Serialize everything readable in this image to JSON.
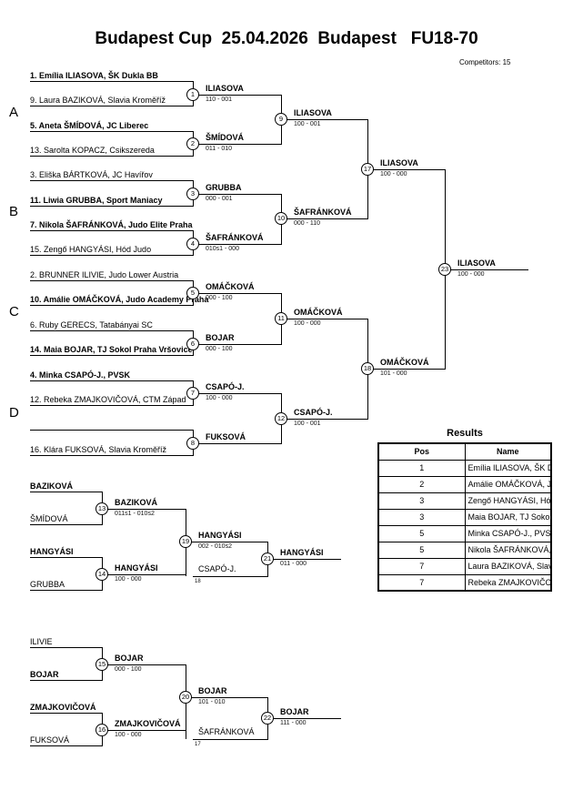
{
  "header": {
    "title": "Budapest Cup  25.04.2026  Budapest   FU18-70",
    "competitors": "Competitors: 15"
  },
  "sections": {
    "a": "A",
    "b": "B",
    "c": "C",
    "d": "D"
  },
  "slots": {
    "s1": "1. Emília ILIASOVA, ŠK Dukla BB",
    "s2": "9. Laura BAZIKOVÁ, Slavia Kroměříž",
    "s3": "5. Aneta ŠMÍDOVÁ, JC Liberec",
    "s4": "13. Sarolta KOPACZ, Csikszereda",
    "s5": "3. Eliška BÁRTKOVÁ, JC Havířov",
    "s6": "11. Liwia GRUBBA, Sport Maniacy",
    "s7": "7. Nikola ŠAFRÁNKOVÁ, Judo Elite Praha",
    "s8": "15. Zengő HANGYÁSI, Hód Judo",
    "s9": "2. BRUNNER ILIVIE, Judo Lower Austria",
    "s10": "10. Amálie OMÁČKOVÁ, Judo Academy Praha",
    "s11": "6. Ruby GERECS, Tatabányai SC",
    "s12": "14. Maia BOJAR, TJ Sokol Praha Vršovice",
    "s13": "4. Minka CSAPÓ-J., PVSK",
    "s14": "12. Rebeka ZMAJKOVIČOVÁ, CTM Západ",
    "s16": "16. Klára FUKSOVÁ, Slavia Kroměříž"
  },
  "matches": {
    "m1": {
      "no": "1",
      "winner": "ILIASOVA",
      "score": "110 - 001"
    },
    "m2": {
      "no": "2",
      "winner": "ŠMÍDOVÁ",
      "score": "011 - 010"
    },
    "m3": {
      "no": "3",
      "winner": "GRUBBA",
      "score": "000 - 001"
    },
    "m4": {
      "no": "4",
      "winner": "ŠAFRÁNKOVÁ",
      "score": "010s1 - 000"
    },
    "m5": {
      "no": "5",
      "winner": "OMÁČKOVÁ",
      "score": "000 - 100"
    },
    "m6": {
      "no": "6",
      "winner": "BOJAR",
      "score": "000 - 100"
    },
    "m7": {
      "no": "7",
      "winner": "CSAPÓ-J.",
      "score": "100 - 000"
    },
    "m8": {
      "no": "8",
      "winner": "FUKSOVÁ",
      "score": ""
    },
    "m9": {
      "no": "9",
      "winner": "ILIASOVA",
      "score": "100 - 001"
    },
    "m10": {
      "no": "10",
      "winner": "ŠAFRÁNKOVÁ",
      "score": "000 - 110"
    },
    "m11": {
      "no": "11",
      "winner": "OMÁČKOVÁ",
      "score": "100 - 000"
    },
    "m12": {
      "no": "12",
      "winner": "CSAPÓ-J.",
      "score": "100 - 001"
    },
    "m17": {
      "no": "17",
      "winner": "ILIASOVA",
      "score": "100 - 000"
    },
    "m18": {
      "no": "18",
      "winner": "OMÁČKOVÁ",
      "score": "101 - 000"
    },
    "m23": {
      "no": "23",
      "winner": "ILIASOVA",
      "score": "100 - 000"
    }
  },
  "repechage": {
    "slots": {
      "r1": "BAZIKOVÁ",
      "r2": "ŠMÍDOVÁ",
      "r3": "HANGYÁSI",
      "r4": "GRUBBA",
      "r5": "ILIVIE",
      "r6": "BOJAR",
      "r7": "ZMAJKOVIČOVÁ",
      "r8": "FUKSOVÁ"
    },
    "matches": {
      "m13": {
        "no": "13",
        "winner": "BAZIKOVÁ",
        "score": "011s1 - 010s2"
      },
      "m14": {
        "no": "14",
        "winner": "HANGYÁSI",
        "score": "100 - 000"
      },
      "m15": {
        "no": "15",
        "winner": "BOJAR",
        "score": "000 - 100"
      },
      "m16": {
        "no": "16",
        "winner": "ZMAJKOVIČOVÁ",
        "score": "100 - 000"
      },
      "m19": {
        "no": "19",
        "winner": "HANGYÁSI",
        "score": "002 - 010s2"
      },
      "m20": {
        "no": "20",
        "winner": "BOJAR",
        "score": "101 - 010"
      },
      "m21": {
        "no": "21",
        "winner": "HANGYÁSI",
        "score": "011 - 000"
      },
      "m22": {
        "no": "22",
        "winner": "BOJAR",
        "score": "111 - 000"
      }
    },
    "drop1": {
      "name": "CSAPÓ-J.",
      "from": "18"
    },
    "drop2": {
      "name": "ŠAFRÁNKOVÁ",
      "from": "17"
    }
  },
  "results": {
    "title": "Results",
    "col_pos": "Pos",
    "col_name": "Name",
    "rows": [
      {
        "pos": "1",
        "name": "Emília ILIASOVA, ŠK Dukla BB"
      },
      {
        "pos": "2",
        "name": "Amálie OMÁČKOVÁ, Judo Academy Praha"
      },
      {
        "pos": "3",
        "name": "Zengő HANGYÁSI, Hód Judo"
      },
      {
        "pos": "3",
        "name": "Maia BOJAR, TJ Sokol Praha Vršovice"
      },
      {
        "pos": "5",
        "name": "Minka CSAPÓ-J., PVSK"
      },
      {
        "pos": "5",
        "name": "Nikola ŠAFRÁNKOVÁ, Judo Elite Praha"
      },
      {
        "pos": "7",
        "name": "Laura BAZIKOVÁ, Slavia Kroměříž"
      },
      {
        "pos": "7",
        "name": "Rebeka ZMAJKOVIČOVÁ, CTM Západ"
      }
    ]
  }
}
